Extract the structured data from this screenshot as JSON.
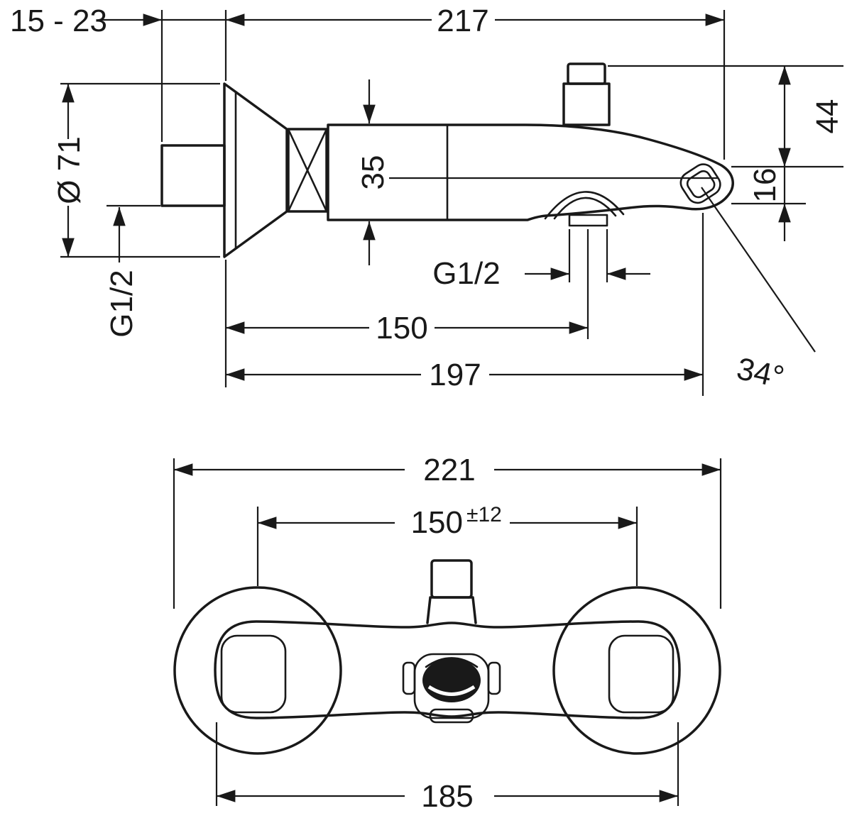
{
  "page": {
    "background": "#ffffff",
    "ink": "#191919"
  },
  "side_view": {
    "wall_distance": "15 - 23",
    "overall_depth": "217",
    "escutcheon_diameter": "Ø 71",
    "body_height": "35",
    "height_to_outlet": "44",
    "outlet_height": "16",
    "inlet_thread": "G1/2",
    "shower_outlet_thread": "G1/2",
    "shower_outlet_depth": "150",
    "spout_reach": "197",
    "spout_angle": "34°"
  },
  "front_view": {
    "overall_width": "221",
    "connection_distance": "150",
    "connection_tolerance": "±12",
    "body_width": "185"
  }
}
